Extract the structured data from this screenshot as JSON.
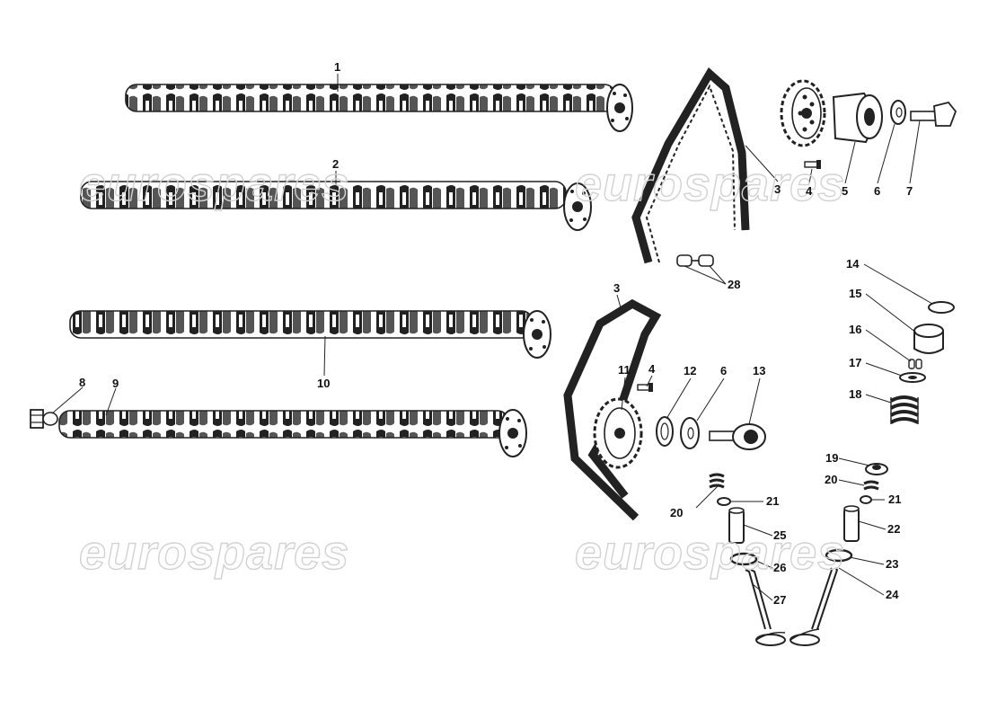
{
  "watermark": [
    "eurospares",
    "eurospares",
    "eurospares",
    "eurospares"
  ],
  "callouts": [
    "1",
    "2",
    "3",
    "4",
    "5",
    "6",
    "7",
    "28",
    "14",
    "15",
    "16",
    "17",
    "18",
    "3",
    "4",
    "11",
    "12",
    "6",
    "13",
    "8",
    "9",
    "10",
    "19",
    "20",
    "21",
    "22",
    "23",
    "24",
    "20",
    "21",
    "25",
    "26",
    "27"
  ]
}
